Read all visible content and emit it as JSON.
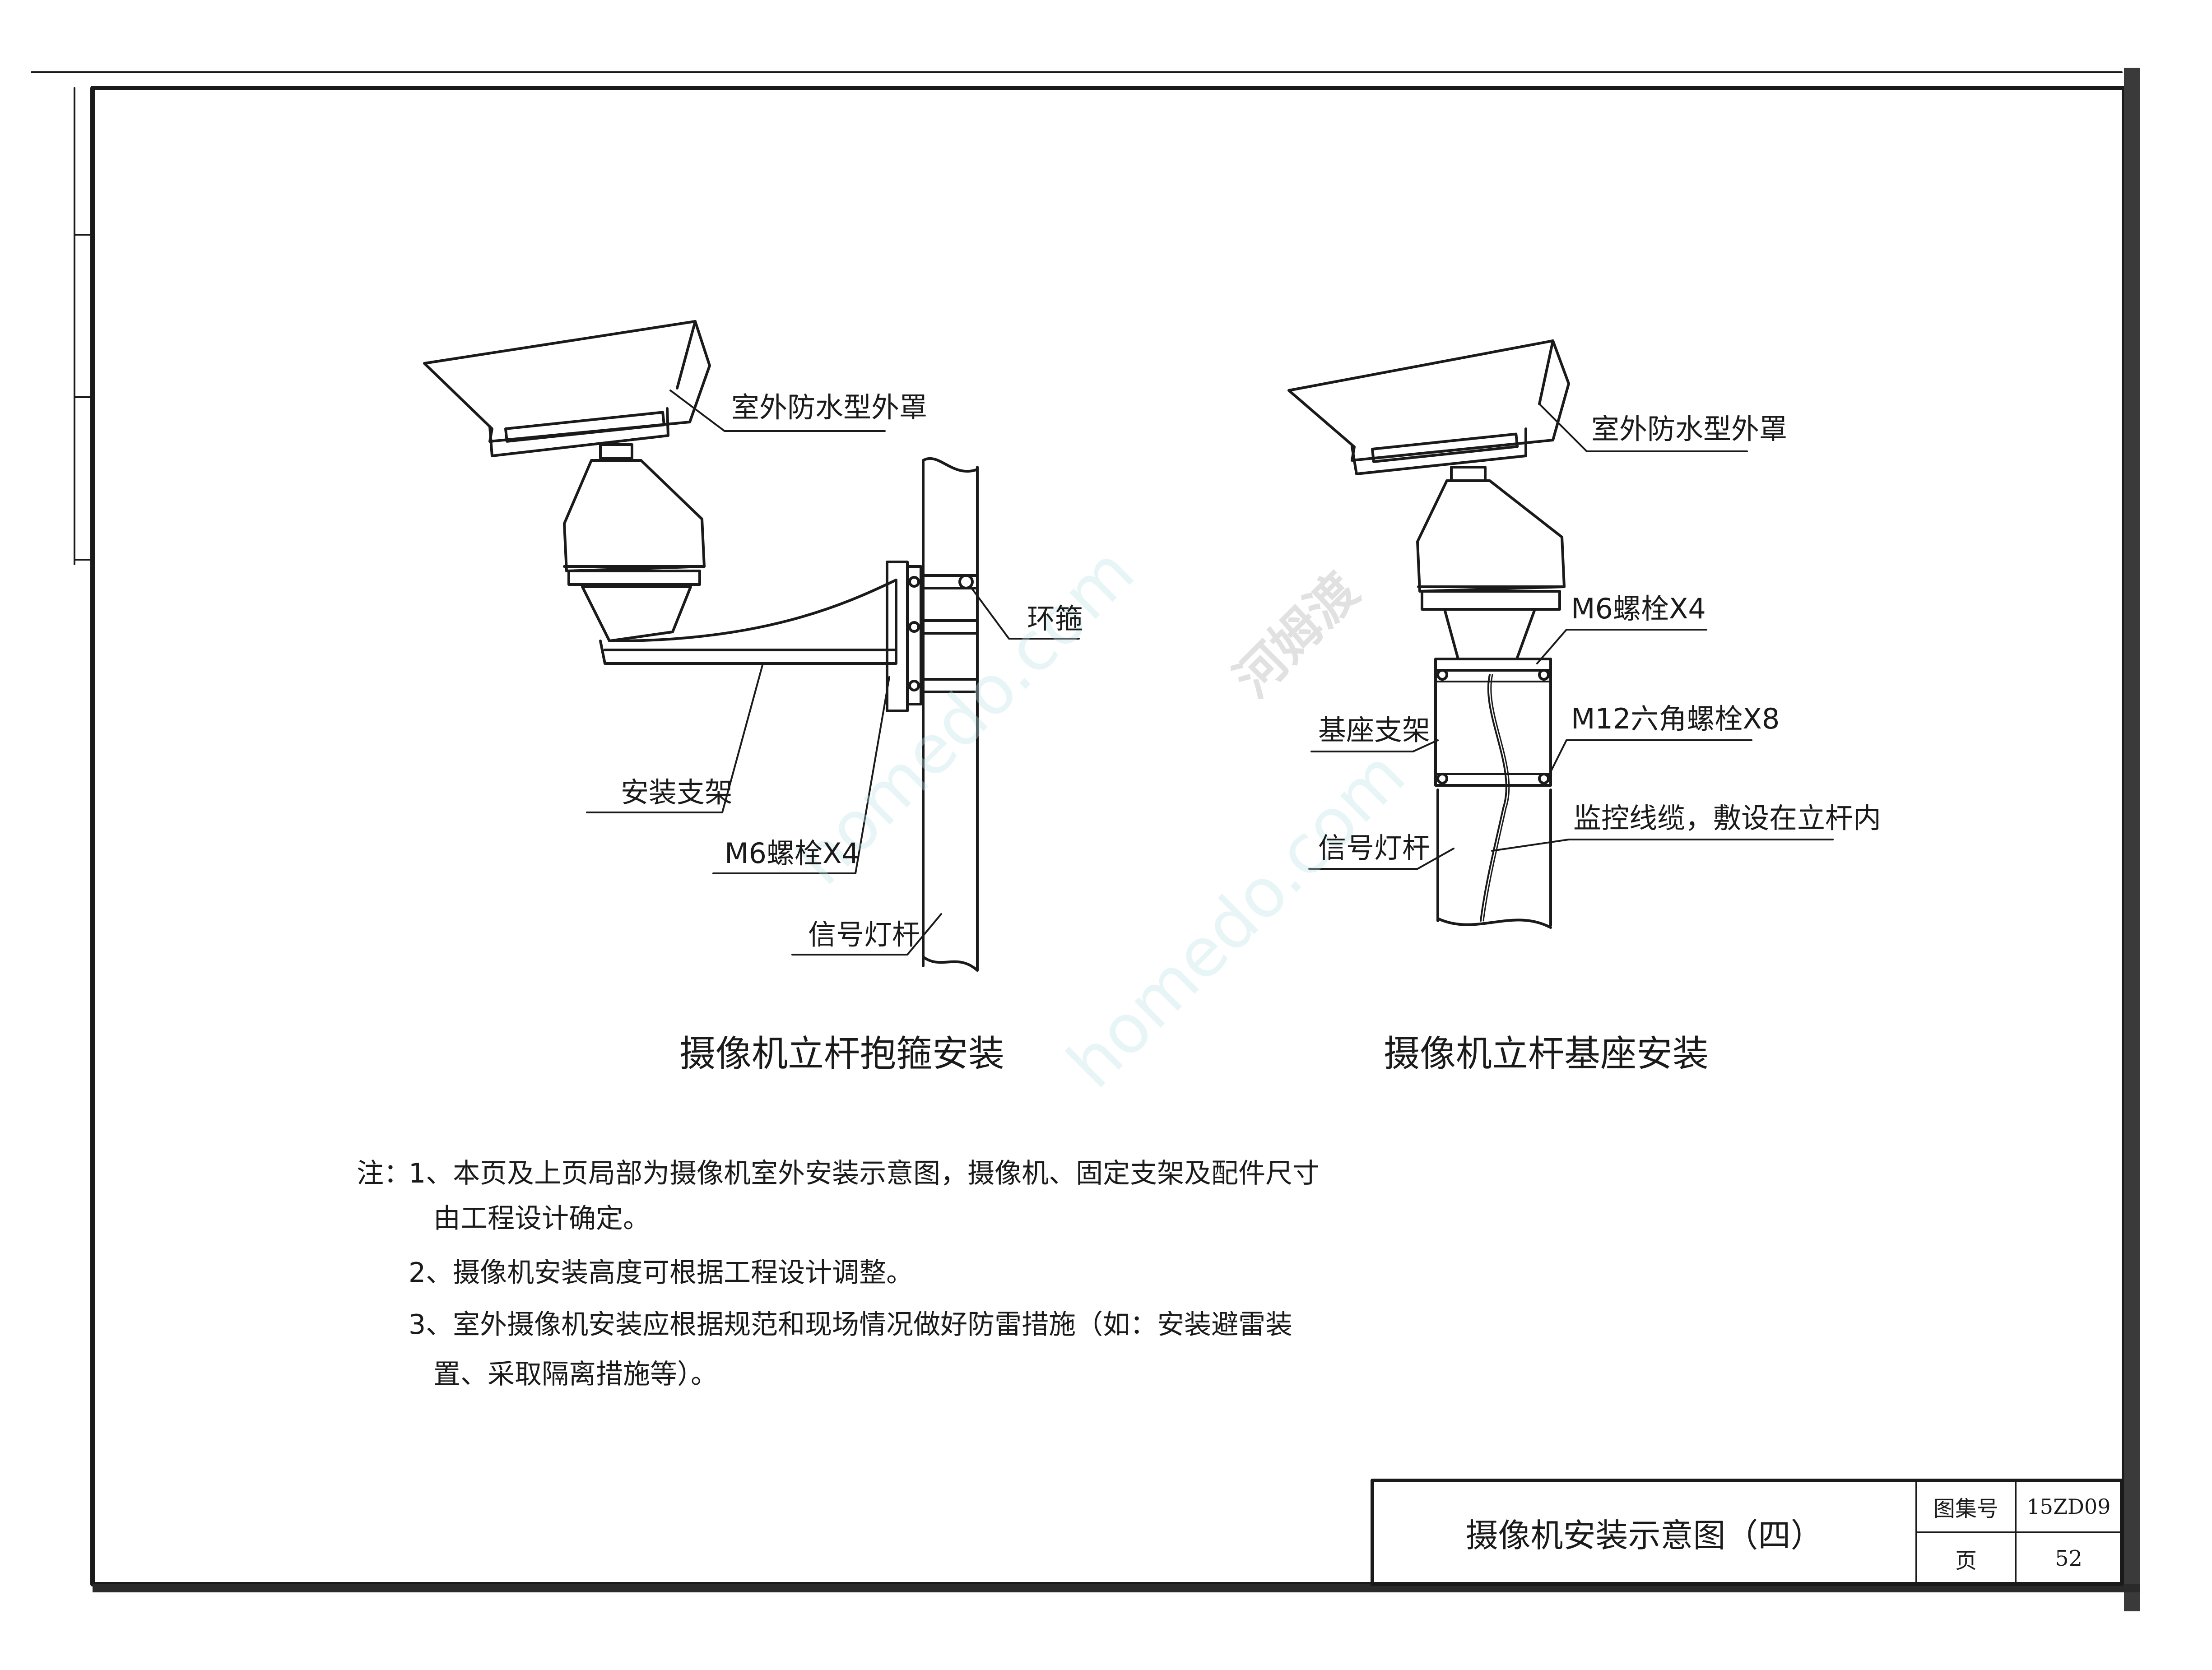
{
  "left_diagram": {
    "caption": "摄像机立杆抱箍安装",
    "labels": {
      "housing": "室外防水型外罩",
      "hoop": "环箍",
      "bracket": "安装支架",
      "bolt": "M6螺栓X4",
      "pole": "信号灯杆"
    }
  },
  "right_diagram": {
    "caption": "摄像机立杆基座安装",
    "labels": {
      "housing": "室外防水型外罩",
      "bolt_top": "M6螺栓X4",
      "base_bracket": "基座支架",
      "bolt_hex": "M12六角螺栓X8",
      "cable": "监控线缆，敷设在立杆内",
      "pole": "信号灯杆"
    }
  },
  "notes": {
    "prefix": "注：",
    "items": [
      "1、本页及上页局部为摄像机室外安装示意图，摄像机、固定支架及配件尺寸",
      "由工程设计确定。",
      "2、摄像机安装高度可根据工程设计调整。",
      "3、室外摄像机安装应根据规范和现场情况做好防雷措施（如：安装避雷装",
      "置、采取隔离措施等）。"
    ]
  },
  "title_block": {
    "title": "摄像机安装示意图（四）",
    "atlas_label": "图集号",
    "atlas_value": "15ZD09",
    "page_label": "页",
    "page_value": "52"
  },
  "watermark": {
    "latin": "homedo.com",
    "cn": "河姆渡"
  },
  "colors": {
    "ink": "#1a1a1a",
    "paper": "#ffffff",
    "watermark": "#bfe3e6"
  }
}
